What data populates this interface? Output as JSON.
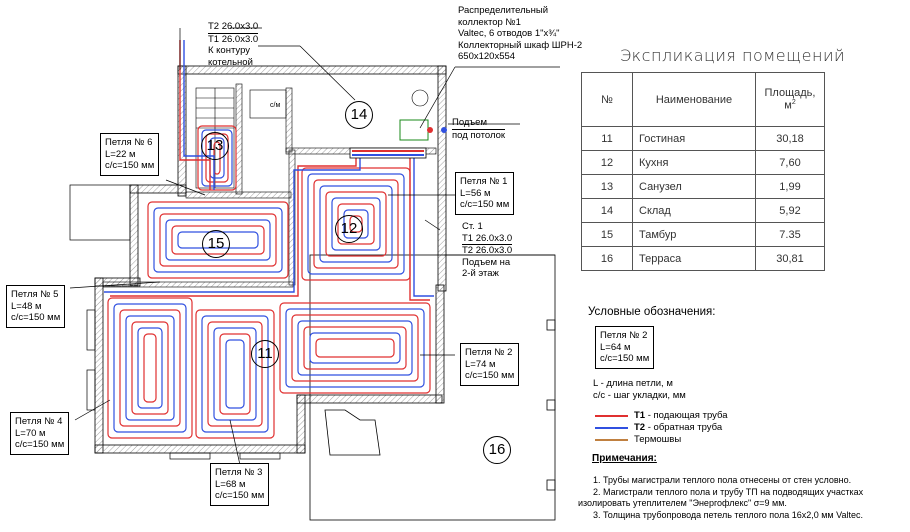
{
  "collector": {
    "line1": "Распределительный",
    "line2": "коллектор №1",
    "line3": "Valtec, 6 отводов 1\"х¾\"",
    "line4": "Коллекторный шкаф ШРН-2",
    "line5": "650х120х554"
  },
  "boiler_feed": {
    "t2": "Т2 26.0х3.0",
    "t1": "Т1 26.0х3.0",
    "to1": "К контуру",
    "to2": "котельной"
  },
  "riser_ceiling": {
    "line1": "Подъем",
    "line2": "под потолок"
  },
  "riser": {
    "name": "Ст. 1",
    "t1": "Т1 26.0х3.0",
    "t2": "Т2 26.0х3.0",
    "up1": "Подъем на",
    "up2": "2-й этаж"
  },
  "cabinet_label": "с/м",
  "loops": [
    {
      "name": "Петля № 1",
      "length": "L=56 м",
      "step": "с/с=150 мм"
    },
    {
      "name": "Петля № 2",
      "length": "L=74 м",
      "step": "с/с=150 мм"
    },
    {
      "name": "Петля № 3",
      "length": "L=68 м",
      "step": "с/с=150 мм"
    },
    {
      "name": "Петля № 4",
      "length": "L=70 м",
      "step": "с/с=150 мм"
    },
    {
      "name": "Петля № 5",
      "length": "L=48 м",
      "step": "с/с=150 мм"
    },
    {
      "name": "Петля № 6",
      "length": "L=22 м",
      "step": "с/с=150 мм"
    }
  ],
  "rooms": [
    "11",
    "12",
    "13",
    "14",
    "15",
    "16"
  ],
  "explication": {
    "title": "Экспликация помещений",
    "headers": {
      "num": "№",
      "name": "Наименование",
      "area": "Площадь, м",
      "area_sup": "2"
    },
    "rows": [
      {
        "num": "11",
        "name": "Гостиная",
        "area": "30,18"
      },
      {
        "num": "12",
        "name": "Кухня",
        "area": "7,60"
      },
      {
        "num": "13",
        "name": "Санузел",
        "area": "1,99"
      },
      {
        "num": "14",
        "name": "Склад",
        "area": "5,92"
      },
      {
        "num": "15",
        "name": "Тамбур",
        "area": "7.35"
      },
      {
        "num": "16",
        "name": "Терраса",
        "area": "30,81"
      }
    ]
  },
  "legend": {
    "title": "Условные обозначения:",
    "sample": {
      "name": "Петля № 2",
      "length": "L=64 м",
      "step": "с/с=150 мм"
    },
    "desc1": "L - длина петли, м",
    "desc2": "с/с - шаг укладки, мм",
    "items": [
      {
        "code": "Т1",
        "text": " - подающая труба",
        "color": "#e03030"
      },
      {
        "code": "Т2",
        "text": " - обратная труба",
        "color": "#3050e0"
      },
      {
        "code": "",
        "text": "Термошвы",
        "color": "#c08040"
      }
    ]
  },
  "notes": {
    "title": "Примечания:",
    "n1": "1.   Трубы магистрали теплого пола отнесены от стен условно.",
    "n2a": "2.   Магистрали теплого пола и трубу ТП на подводящих участках",
    "n2b": "изолировать утеплителем \"Энергофлекс\" σ=9 мм.",
    "n3": "3.   Толщина трубопровода петель теплого пола 16х2,0 мм Valtec."
  },
  "colors": {
    "supply": "#e03030",
    "return": "#3050e0",
    "wall": "#000000",
    "hatch": "#888888"
  }
}
